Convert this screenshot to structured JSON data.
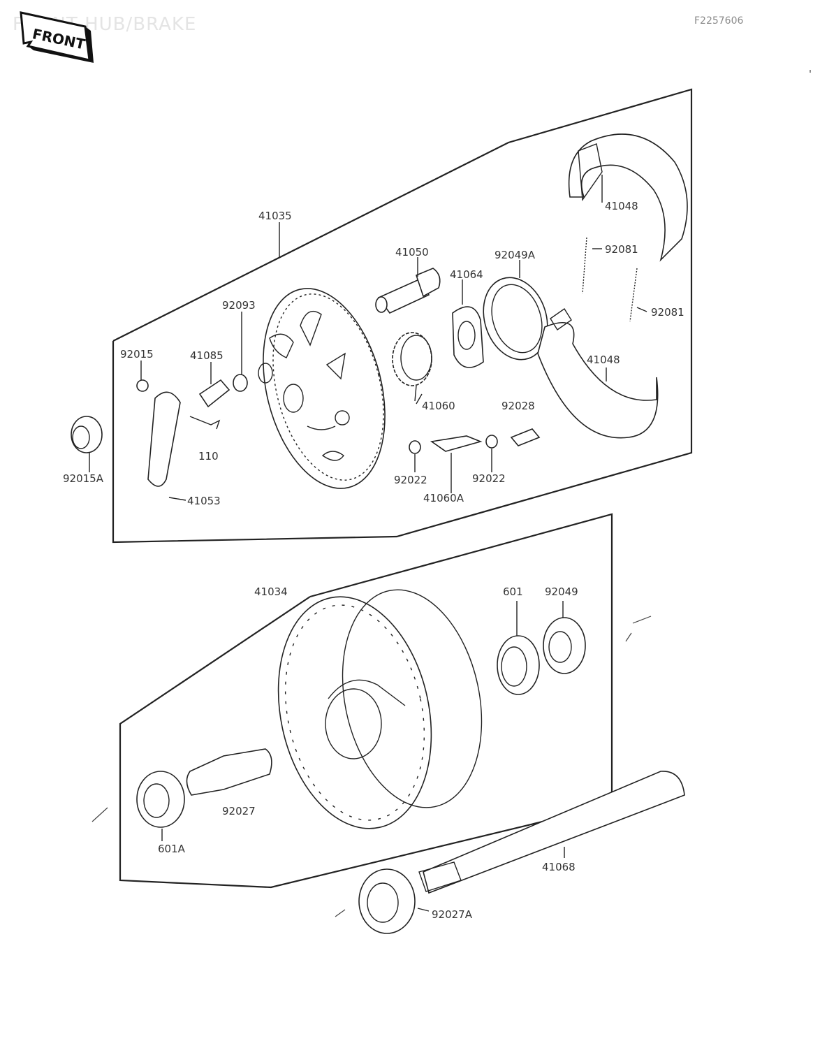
{
  "header": {
    "badge_text": "FRONT",
    "section_title": "FRONT HUB/BRAKE",
    "diagram_code": "F2257606"
  },
  "parts": {
    "brake_panel": "41035",
    "shoe_upper": "41048",
    "shoe_lower": "41048",
    "spring_upper": "92081",
    "spring_right": "92081",
    "camshaft": "41050",
    "seal_plate": "41064",
    "dust_seal": "92049A",
    "spacer_panel": "92093",
    "nut_92015": "92015",
    "lever_plate": "41085",
    "bolt_110": "110",
    "collar_92015a": "92015A",
    "brake_lever": "41053",
    "gear_41060": "41060",
    "washer_left": "92022",
    "washer_right": "92022",
    "pinion_41060a": "41060A",
    "sleeve_92028": "92028",
    "hub": "41034",
    "bearing_right": "601",
    "seal_right": "92049",
    "spacer_hub": "92027",
    "bearing_left": "601A",
    "axle": "41068",
    "collar_axle": "92027A"
  }
}
